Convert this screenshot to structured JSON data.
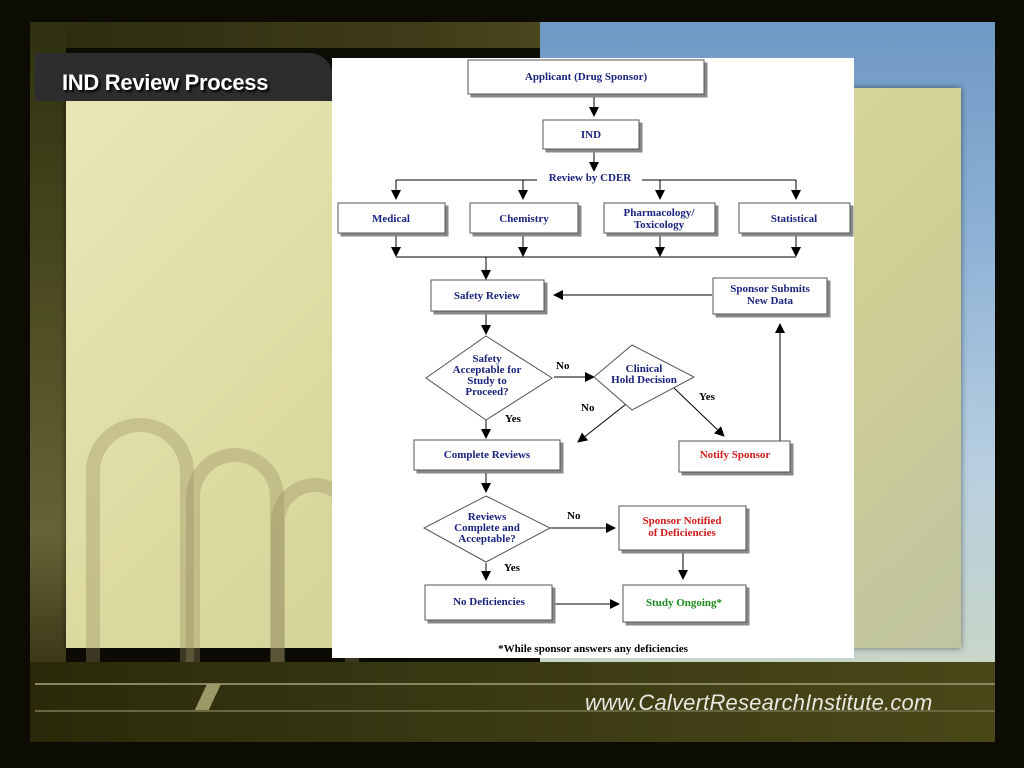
{
  "slide": {
    "title": "IND Review Process",
    "footer_url": "www.CalvertResearchInstitute.com"
  },
  "flowchart": {
    "nodes": {
      "applicant": "Applicant (Drug Sponsor)",
      "ind": "IND",
      "review_by_cder": "Review by CDER",
      "medical": "Medical",
      "chemistry": "Chemistry",
      "pharm_line1": "Pharmacology/",
      "pharm_line2": "Toxicology",
      "statistical": "Statistical",
      "safety_review": "Safety Review",
      "sponsor_submits_line1": "Sponsor Submits",
      "sponsor_submits_line2": "New Data",
      "safety_q_line1": "Safety",
      "safety_q_line2": "Acceptable for",
      "safety_q_line3": "Study to",
      "safety_q_line4": "Proceed?",
      "clinical_hold_line1": "Clinical",
      "clinical_hold_line2": "Hold Decision",
      "complete_reviews": "Complete Reviews",
      "notify_sponsor": "Notify Sponsor",
      "reviews_q_line1": "Reviews",
      "reviews_q_line2": "Complete and",
      "reviews_q_line3": "Acceptable?",
      "sponsor_notified_line1": "Sponsor Notified",
      "sponsor_notified_line2": "of Deficiencies",
      "no_deficiencies": "No Deficiencies",
      "study_ongoing": "Study Ongoing*"
    },
    "edge_labels": {
      "no": "No",
      "yes": "Yes"
    },
    "footnote": "*While sponsor answers any deficiencies",
    "colors": {
      "node_text": "#1a237e",
      "warning_text": "#d11a1a",
      "ok_text": "#1d8a1d"
    }
  }
}
